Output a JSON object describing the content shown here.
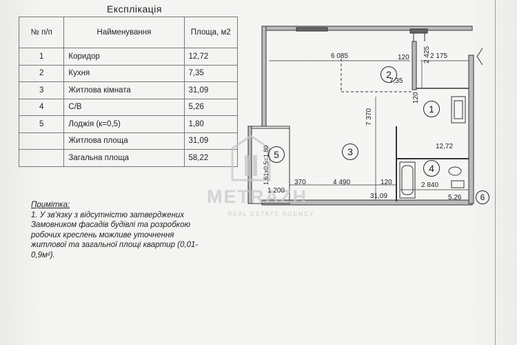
{
  "explication": {
    "title": "Експлікація",
    "columns": [
      "№ п/п",
      "Найменування",
      "Площа, м2"
    ],
    "rows": [
      {
        "num": "1",
        "name": "Коридор",
        "area": "12,72"
      },
      {
        "num": "2",
        "name": "Кухня",
        "area": "7,35"
      },
      {
        "num": "3",
        "name": "Житлова кімната",
        "area": "31,09"
      },
      {
        "num": "4",
        "name": "С/В",
        "area": "5,26"
      },
      {
        "num": "5",
        "name": "Лоджія (к=0,5)",
        "area": "1,80"
      },
      {
        "num": "",
        "name": "Житлова площа",
        "area": "31,09"
      },
      {
        "num": "",
        "name": "Загальна площа",
        "area": "58,22"
      }
    ]
  },
  "notes": {
    "heading": "Примітка:",
    "line1": "1. У зв'язку з відсутністю затверджених",
    "line2": "Замовником фасадів будівлі та розробкою",
    "line3": "робочих креслень можливе уточнення",
    "line4": "житлової та загальної площі квартир (0,01-",
    "line5": "0,9м²)."
  },
  "plan": {
    "room_numbers": {
      "r1": "1",
      "r2": "2",
      "r3": "3",
      "r4": "4",
      "r5": "5",
      "r6": "6"
    },
    "dimensions": {
      "d6085": "6 085",
      "d120a": "120",
      "d2175": "2 175",
      "d2425": "2 425",
      "d735": "7,35",
      "d120b": "120",
      "d7370": "7 370",
      "d1272": "12,72",
      "d370": "370",
      "d4490": "4 490",
      "d120c": "120",
      "d2840": "2 840",
      "d1200": "1 200",
      "d3109": "31,09",
      "d526": "5,26",
      "dloggia": "1,61x0,5=1,80"
    }
  },
  "watermark": {
    "brand": "METRAZH",
    "tagline": "REAL ESTATE AGENCY"
  }
}
